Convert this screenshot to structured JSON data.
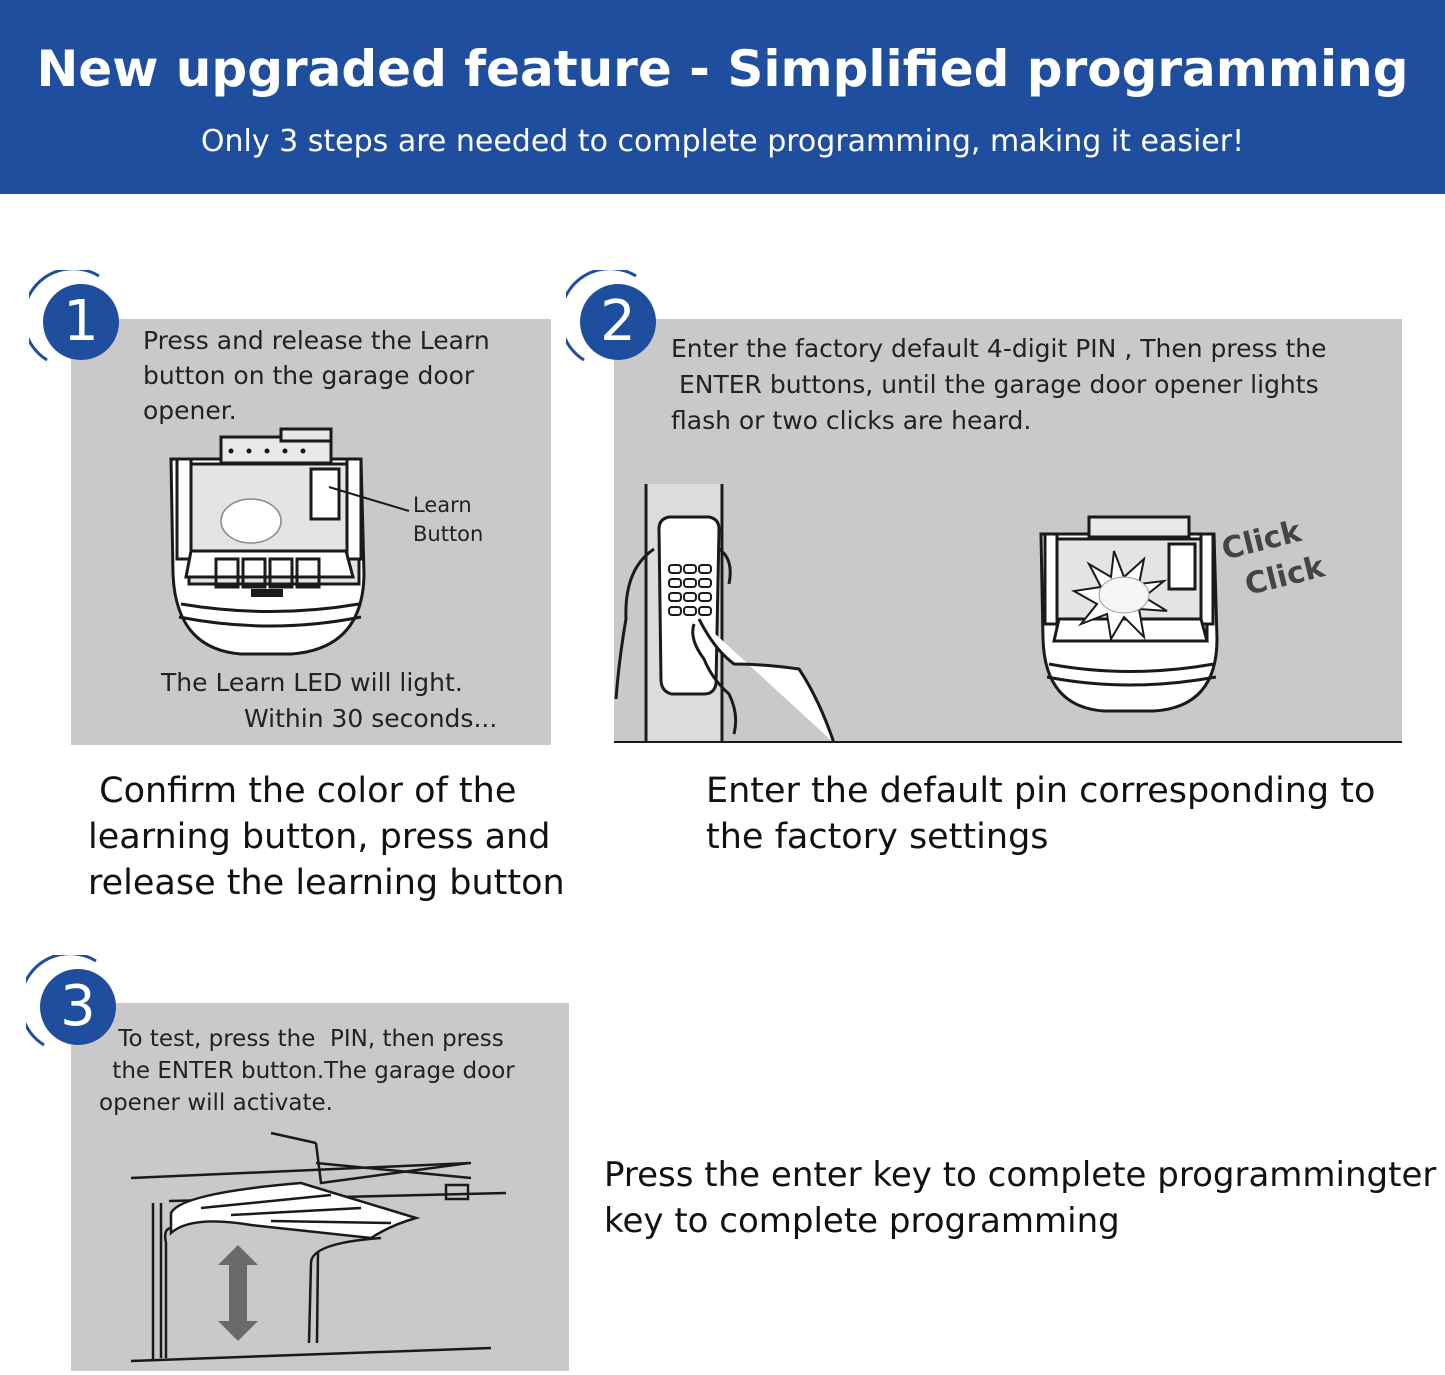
{
  "banner": {
    "title": "New upgraded feature - Simplified programming",
    "subtitle": "Only 3 steps are needed to complete programming, making it easier!"
  },
  "steps": [
    {
      "number": "1",
      "panel_lines": [
        "Press and release the Learn",
        "button on the garage door",
        "opener."
      ],
      "label_lines": [
        "Learn",
        "Button"
      ],
      "footer_lines": [
        "The Learn LED will light.",
        "Within 30 seconds..."
      ],
      "caption_lines": [
        " Confirm the color of the",
        "learning button, press and",
        "release the learning button"
      ]
    },
    {
      "number": "2",
      "panel_lines": [
        "Enter the factory default 4-digit PIN , Then press the",
        " ENTER buttons, until the garage door opener lights",
        "flash or two clicks are heard."
      ],
      "click_lines": [
        "Click",
        "Click"
      ],
      "caption_lines": [
        "Enter the default pin corresponding to",
        "the factory settings"
      ]
    },
    {
      "number": "3",
      "panel_lines": [
        " To test, press the  PIN, then press",
        " the ENTER button.The garage door",
        "opener will activate."
      ],
      "caption_lines": [
        "Press the enter key to complete programmingter",
        "key to complete programming"
      ]
    }
  ],
  "colors": {
    "brand_blue": "#1f4e9e",
    "panel_gray": "#c9c9c9"
  }
}
